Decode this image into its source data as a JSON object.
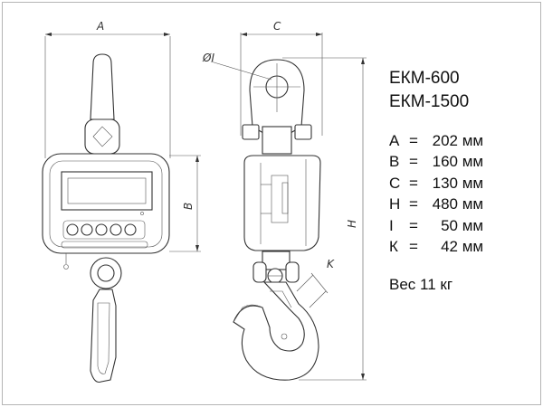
{
  "drawing": {
    "dim_labels": {
      "a": "A",
      "b": "B",
      "c": "C",
      "h": "H",
      "phi": "ØI",
      "k": "K"
    }
  },
  "specs": {
    "models": [
      "ЕКМ-600",
      "ЕКМ-1500"
    ],
    "dimensions": [
      {
        "key": "A",
        "eq": "=",
        "value": "202",
        "unit": "мм"
      },
      {
        "key": "B",
        "eq": "=",
        "value": "160",
        "unit": "мм"
      },
      {
        "key": "C",
        "eq": "=",
        "value": "130",
        "unit": "мм"
      },
      {
        "key": "H",
        "eq": "=",
        "value": "480",
        "unit": "мм"
      },
      {
        "key": "I",
        "eq": "=",
        "value": "50",
        "unit": "мм"
      },
      {
        "key": "К",
        "eq": "=",
        "value": "42",
        "unit": "мм"
      }
    ],
    "weight": "Вес 11 кг"
  }
}
